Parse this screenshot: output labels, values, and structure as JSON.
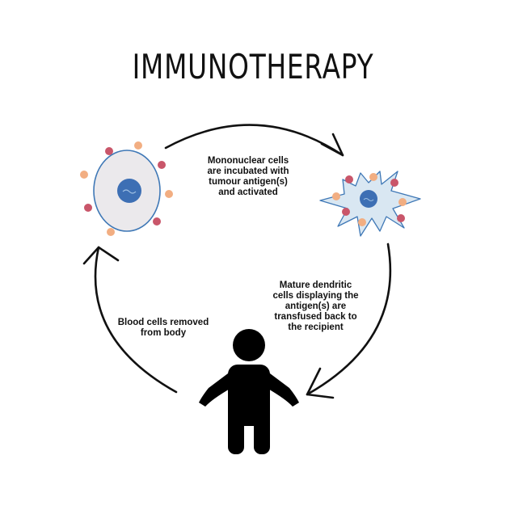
{
  "title": "IMMUNOTHERAPY",
  "steps": {
    "incubate": {
      "lines": [
        "Mononuclear cells",
        "are incubated with",
        "tumour antigen(s)",
        "and activated"
      ]
    },
    "mature": {
      "lines": [
        "Mature dendritic",
        "cells displaying the",
        "antigen(s) are",
        "transfused back to",
        "the recipient"
      ]
    },
    "removed": {
      "lines": [
        "Blood cells removed",
        "from body"
      ]
    }
  },
  "colors": {
    "cell_fill": "#ebe9ec",
    "cell_outline": "#3f78b6",
    "nucleus": "#3d6fb4",
    "dendritic_fill": "#d9e7f2",
    "dot_red": "#c9566a",
    "dot_orange": "#f2ae82",
    "arrow": "#111111",
    "person": "#000000"
  },
  "icons": {
    "left_cell": "mononuclear-cell-icon",
    "right_cell": "dendritic-cell-icon",
    "person": "person-icon"
  }
}
